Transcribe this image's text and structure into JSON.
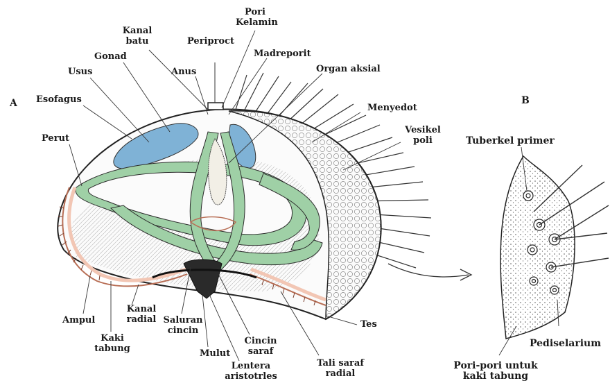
{
  "panel_a": {
    "marker": "A",
    "labels": {
      "pori_kelamin_1": "Pori",
      "pori_kelamin_2": "Kelamin",
      "kanal_batu_1": "Kanal",
      "kanal_batu_2": "batu",
      "periproct": "Periproct",
      "madreporit": "Madreporit",
      "gonad": "Gonad",
      "usus": "Usus",
      "anus": "Anus",
      "organ_aksial": "Organ aksial",
      "esofagus": "Esofagus",
      "menyedot": "Menyedot",
      "vesikel_poli_1": "Vesikel",
      "vesikel_poli_2": "poli",
      "perut": "Perut",
      "ampul": "Ampul",
      "kanal_radial_1": "Kanal",
      "kanal_radial_2": "radial",
      "saluran_cincin_1": "Saluran",
      "saluran_cincin_2": "cincin",
      "kaki_tabung_1": "Kaki",
      "kaki_tabung_2": "tabung",
      "cincin_saraf_1": "Cincin",
      "cincin_saraf_2": "saraf",
      "mulut": "Mulut",
      "tes": "Tes",
      "lentera_1": "Lentera",
      "lentera_2": "aristotrles",
      "tali_saraf_1": "Tali saraf",
      "tali_saraf_2": "radial"
    }
  },
  "panel_b": {
    "marker": "B",
    "labels": {
      "tuberkel_primer": "Tuberkel primer",
      "pediselarium": "Pediselarium",
      "pori_pori_1": "Pori-pori untuk",
      "pori_pori_2": "kaki tabung"
    }
  },
  "colors": {
    "gonad": "#7fb2d6",
    "intestine": "#9fd0a6",
    "ambulacral": "#f2c6b4",
    "outline": "#222222"
  }
}
